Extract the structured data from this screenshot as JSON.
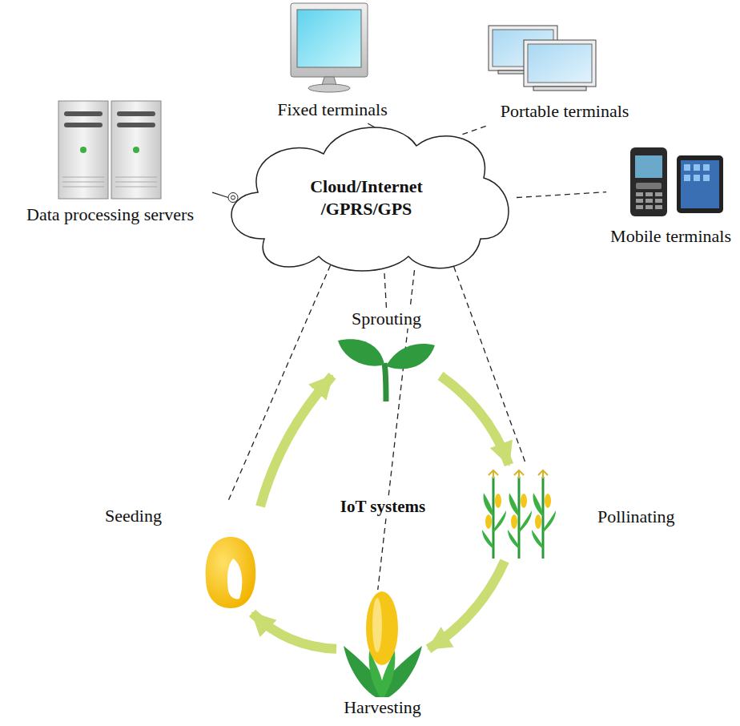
{
  "diagram": {
    "nodes": [
      {
        "text": [
          "Fixed terminals"
        ]
      },
      {
        "text": [
          "Portable terminals"
        ]
      },
      {
        "text": [
          "Data processing servers"
        ]
      },
      {
        "text": [
          "Cloud/Internet /GPRS/GPS"
        ]
      },
      {
        "text": [
          "Mobile terminals"
        ]
      },
      {
        "text": [
          "Sprouting"
        ]
      },
      {
        "text": [
          "Seeding"
        ]
      },
      {
        "text": [
          "Pollinating"
        ]
      },
      {
        "text": [
          "Harvesting"
        ]
      }
    ],
    "edges": [
      {
        "from": 3,
        "to": 0,
        "arrow": "none"
      },
      {
        "from": 3,
        "to": 1,
        "arrow": "none"
      },
      {
        "from": 3,
        "to": 2,
        "arrow": "none"
      },
      {
        "from": 3,
        "to": 4,
        "arrow": "none"
      },
      {
        "from": 3,
        "to": 5,
        "arrow": "none"
      },
      {
        "from": 3,
        "to": 6,
        "arrow": "none"
      },
      {
        "from": 3,
        "to": 8,
        "arrow": "none"
      },
      {
        "from": 3,
        "to": 7,
        "arrow": "none"
      },
      {
        "from": 6,
        "to": 5,
        "arrow": "to"
      },
      {
        "from": 5,
        "to": 7,
        "arrow": "to"
      },
      {
        "from": 7,
        "to": 8,
        "arrow": "to"
      },
      {
        "from": 8,
        "to": 6,
        "arrow": "to"
      }
    ],
    "labels": [
      "IoT systems"
    ]
  }
}
